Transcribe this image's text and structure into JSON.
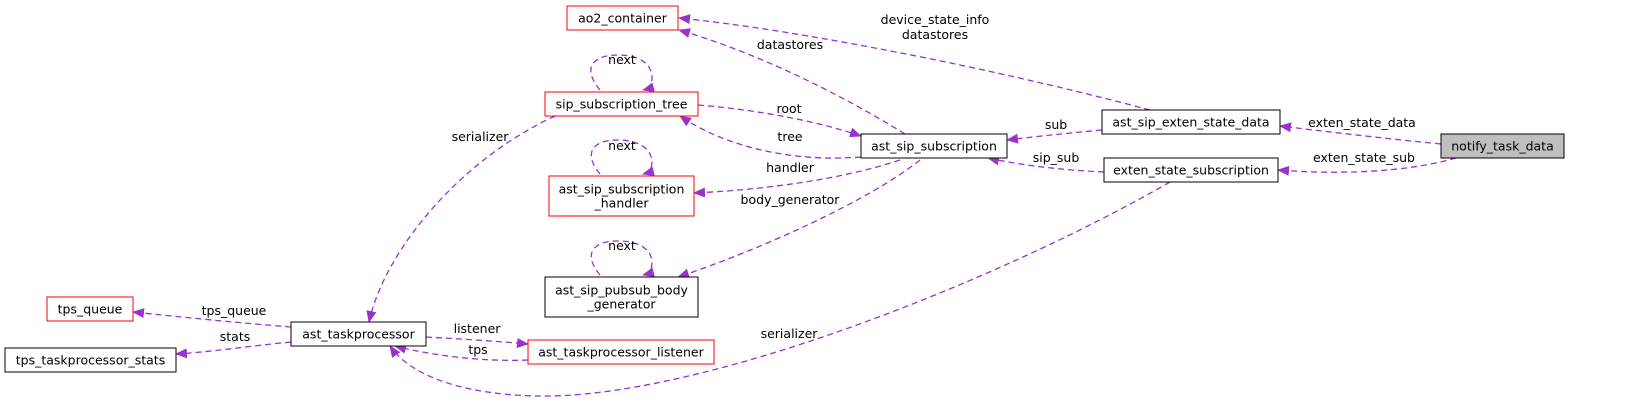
{
  "colors": {
    "edge": "#9a32cd",
    "incomplete_border": "#ff0000",
    "complete_border": "#000000",
    "focus_fill": "#bfbfbf"
  },
  "nodes": {
    "ao2_container": {
      "lines": [
        "ao2_container"
      ],
      "style": "red"
    },
    "sip_subscription_tree": {
      "lines": [
        "sip_subscription_tree"
      ],
      "style": "red"
    },
    "ast_sip_subscription_handler": {
      "lines": [
        "ast_sip_subscription",
        "_handler"
      ],
      "style": "red"
    },
    "ast_sip_pubsub_body_generator": {
      "lines": [
        "ast_sip_pubsub_body",
        "_generator"
      ],
      "style": "black"
    },
    "ast_sip_subscription": {
      "lines": [
        "ast_sip_subscription"
      ],
      "style": "black"
    },
    "ast_sip_exten_state_data": {
      "lines": [
        "ast_sip_exten_state_data"
      ],
      "style": "black"
    },
    "exten_state_subscription": {
      "lines": [
        "exten_state_subscription"
      ],
      "style": "black"
    },
    "notify_task_data": {
      "lines": [
        "notify_task_data"
      ],
      "style": "highlight"
    },
    "tps_queue": {
      "lines": [
        "tps_queue"
      ],
      "style": "red"
    },
    "tps_taskprocessor_stats": {
      "lines": [
        "tps_taskprocessor_stats"
      ],
      "style": "black"
    },
    "ast_taskprocessor": {
      "lines": [
        "ast_taskprocessor"
      ],
      "style": "black"
    },
    "ast_taskprocessor_listener": {
      "lines": [
        "ast_taskprocessor_listener"
      ],
      "style": "red"
    }
  },
  "edges": {
    "sst_next": {
      "lines": [
        "next"
      ]
    },
    "handler_next": {
      "lines": [
        "next"
      ]
    },
    "bodygen_next": {
      "lines": [
        "next"
      ]
    },
    "datastores": {
      "lines": [
        "datastores"
      ]
    },
    "device_state_info": {
      "lines": [
        "device_state_info",
        "datastores"
      ]
    },
    "root": {
      "lines": [
        "root"
      ]
    },
    "tree": {
      "lines": [
        "tree"
      ]
    },
    "handler": {
      "lines": [
        "handler"
      ]
    },
    "body_generator": {
      "lines": [
        "body_generator"
      ]
    },
    "sub": {
      "lines": [
        "sub"
      ]
    },
    "sip_sub": {
      "lines": [
        "sip_sub"
      ]
    },
    "exten_state_data": {
      "lines": [
        "exten_state_data"
      ]
    },
    "exten_state_sub": {
      "lines": [
        "exten_state_sub"
      ]
    },
    "serializer_left": {
      "lines": [
        "serializer"
      ]
    },
    "serializer_bottom": {
      "lines": [
        "serializer"
      ]
    },
    "tps_queue_edge": {
      "lines": [
        "tps_queue"
      ]
    },
    "stats": {
      "lines": [
        "stats"
      ]
    },
    "listener": {
      "lines": [
        "listener"
      ]
    },
    "tps": {
      "lines": [
        "tps"
      ]
    }
  }
}
